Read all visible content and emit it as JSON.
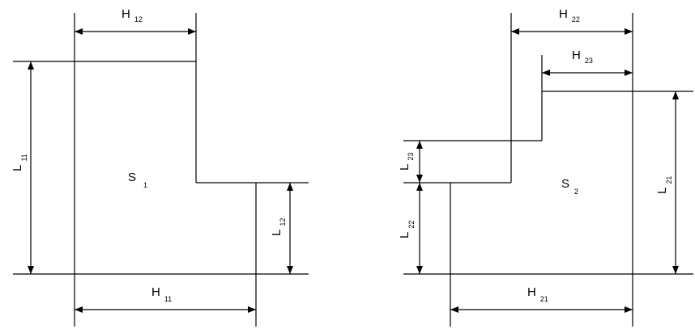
{
  "left": {
    "area_label": {
      "main": "S",
      "sub": "1"
    },
    "dims": {
      "H12": {
        "main": "H",
        "sub": "12"
      },
      "H11": {
        "main": "H",
        "sub": "11"
      },
      "L11": {
        "main": "L",
        "sub": "11"
      },
      "L12": {
        "main": "L",
        "sub": "12"
      }
    }
  },
  "right": {
    "area_label": {
      "main": "S",
      "sub": "2"
    },
    "dims": {
      "H22": {
        "main": "H",
        "sub": "22"
      },
      "H23": {
        "main": "H",
        "sub": "23"
      },
      "H21": {
        "main": "H",
        "sub": "21"
      },
      "L21": {
        "main": "L",
        "sub": "21"
      },
      "L22": {
        "main": "L",
        "sub": "22"
      },
      "L23": {
        "main": "L",
        "sub": "23"
      }
    }
  }
}
